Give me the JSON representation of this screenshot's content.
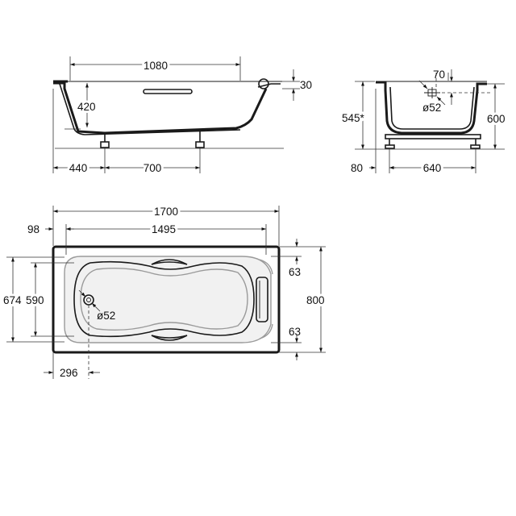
{
  "side_view": {
    "inner_length": "1080",
    "rim_offset": "30",
    "depth": "420",
    "leg_offset": "440",
    "leg_spacing": "700"
  },
  "end_view": {
    "outlet_offset": "70",
    "outlet_diameter": "ø52",
    "rim_height": "545*",
    "total_height": "600",
    "foot_offset": "80",
    "foot_spacing": "640"
  },
  "plan_view": {
    "overall_length": "1700",
    "inner_length": "1495",
    "rim_end": "98",
    "inner_width_outer": "674",
    "inner_width": "590",
    "outlet_diameter": "ø52",
    "overall_width": "800",
    "handle_offset_top": "63",
    "handle_offset_bottom": "63",
    "outlet_offset": "296"
  }
}
